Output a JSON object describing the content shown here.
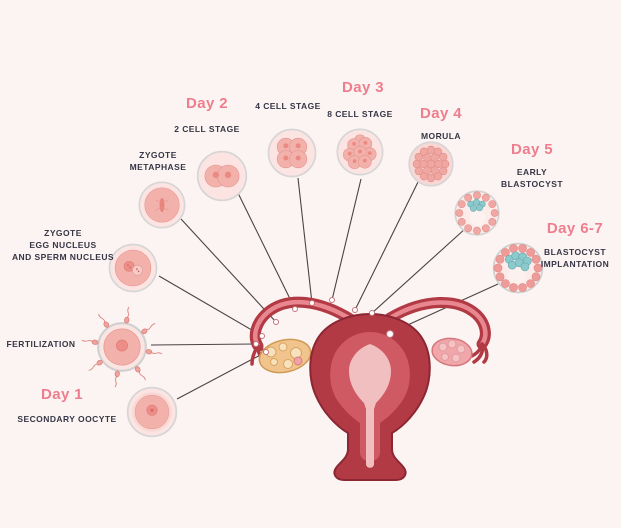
{
  "palette": {
    "background": "#fcf4f2",
    "day_label": "#ee7e8d",
    "stage_label": "#363646",
    "uterus_red": "#b23a44",
    "uterus_dark": "#8c2633",
    "cell_pink": "#f3b1ac",
    "cell_pink_light": "#fbe4e1",
    "blastocyst_teal": "#8bc9cd",
    "connector": "#4a4245"
  },
  "stages": {
    "oocyte": {
      "day": "Day 1",
      "name": "SECONDARY OOCYTE"
    },
    "fertilization": {
      "name": "FERTILIZATION"
    },
    "zygote": {
      "line1": "ZYGOTE",
      "line2": "EGG NUCLEUS",
      "line3": "AND SPERM NUCLEUS"
    },
    "metaphase": {
      "line1": "ZYGOTE",
      "line2": "METAPHASE"
    },
    "two_cell": {
      "day": "Day 2",
      "name": "2 CELL STAGE"
    },
    "four_cell": {
      "name": "4 CELL STAGE"
    },
    "eight_cell": {
      "day": "Day 3",
      "name": "8 CELL STAGE"
    },
    "morula": {
      "day": "Day 4",
      "name": "MORULA"
    },
    "early_blastocyst": {
      "day": "Day 5",
      "line1": "EARLY",
      "line2": "BLASTOCYST"
    },
    "implantation": {
      "day": "Day 6-7",
      "line1": "BLASTOCYST",
      "line2": "IMPLANTATION"
    }
  }
}
